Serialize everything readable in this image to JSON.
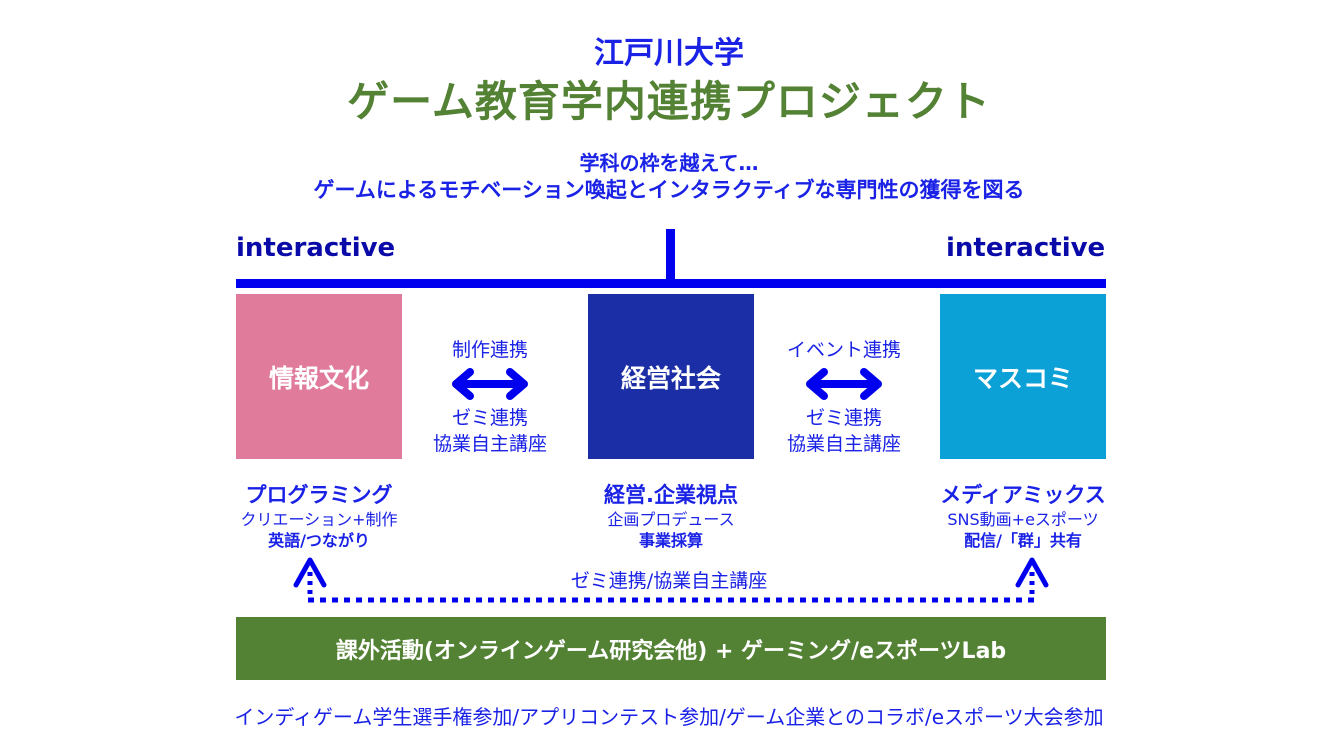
{
  "header": {
    "university": "江戸川大学",
    "title": "ゲーム教育学内連携プロジェクト"
  },
  "subtitle": {
    "line1": "学科の枠を越えて…",
    "line2": "ゲームによるモチベーション喚起とインタラクティブな専門性の獲得を図る"
  },
  "bracket": {
    "left_label": "interactive",
    "right_label": "interactive",
    "color": "#0000ee"
  },
  "departments": [
    {
      "name": "情報文化",
      "color": "#e07b9c",
      "focus": "プログラミング",
      "detail": "クリエーション+制作",
      "extra": "英語/つながり"
    },
    {
      "name": "経営社会",
      "color": "#1b2ea5",
      "focus": "経営.企業視点",
      "detail": "企画プロデュース",
      "extra": "事業採算"
    },
    {
      "name": "マスコミ",
      "color": "#0ba0d6",
      "focus": "メディアミックス",
      "detail": "SNS動画+eスポーツ",
      "extra": "配信/「群」共有"
    }
  ],
  "links": [
    {
      "top": "制作連携",
      "icon": "double-arrow-icon",
      "bottom1": "ゼミ連携",
      "bottom2": "協業自主講座"
    },
    {
      "top": "イベント連携",
      "icon": "double-arrow-icon",
      "bottom1": "ゼミ連携",
      "bottom2": "協業自主講座"
    }
  ],
  "cross_link": "ゼミ連携/協業自主講座",
  "activities": {
    "label": "課外活動(オンラインゲーム研究会他) + ゲーミング/eスポーツLab",
    "color": "#548235"
  },
  "footer": "インディゲーム学生選手権参加/アプリコンテスト参加/ゲーム企業とのコラボ/eスポーツ大会参加"
}
